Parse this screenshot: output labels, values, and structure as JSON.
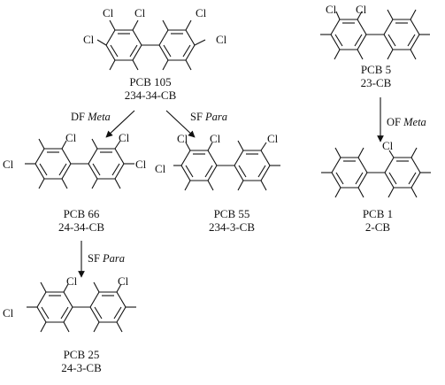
{
  "colors": {
    "ink": "#111111",
    "background": "#ffffff"
  },
  "molecules": [
    {
      "id": "pcb105",
      "name": "PCB 105",
      "code": "234-34-CB",
      "substituents": {
        "left_ring": "2,3,4",
        "right_ring": "3,4"
      }
    },
    {
      "id": "pcb5",
      "name": "PCB 5",
      "code": "23-CB",
      "substituents": {
        "left_ring": "2,3",
        "right_ring": ""
      }
    },
    {
      "id": "pcb66",
      "name": "PCB 66",
      "code": "24-34-CB",
      "substituents": {
        "left_ring": "2,4",
        "right_ring": "3,4"
      }
    },
    {
      "id": "pcb55",
      "name": "PCB 55",
      "code": "234-3-CB",
      "substituents": {
        "left_ring": "2,3,4",
        "right_ring": "3"
      }
    },
    {
      "id": "pcb1",
      "name": "PCB 1",
      "code": "2-CB",
      "substituents": {
        "left_ring": "",
        "right_ring": "2"
      }
    },
    {
      "id": "pcb25",
      "name": "PCB 25",
      "code": "24-3-CB",
      "substituents": {
        "left_ring": "2,4",
        "right_ring": "3"
      }
    }
  ],
  "atom_label": "Cl",
  "pathways": [
    {
      "from": "PCB 105",
      "to": "PCB 66",
      "label_prefix": "DF",
      "label_position": "Meta"
    },
    {
      "from": "PCB 105",
      "to": "PCB 55",
      "label_prefix": "SF",
      "label_position": "Para"
    },
    {
      "from": "PCB 5",
      "to": "PCB 1",
      "label_prefix": "OF",
      "label_position": "Meta"
    },
    {
      "from": "PCB 66",
      "to": "PCB 25",
      "label_prefix": "SF",
      "label_position": "Para"
    }
  ]
}
